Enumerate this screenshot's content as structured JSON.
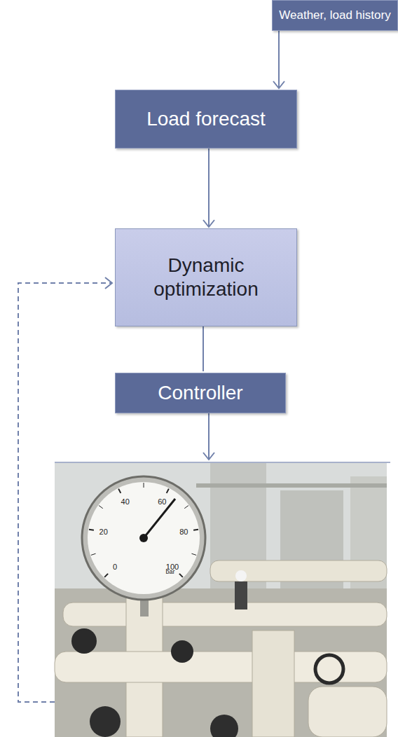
{
  "diagram": {
    "nodes": [
      {
        "text": [
          "Weather, load history"
        ]
      },
      {
        "text": [
          "Load forecast"
        ]
      },
      {
        "text": [
          "Dynamic optimization"
        ]
      },
      {
        "text": [
          "Controller"
        ]
      }
    ],
    "edges": [
      {
        "from": 0,
        "to": 1,
        "arrow": "to"
      },
      {
        "from": 1,
        "to": 2,
        "arrow": "to"
      },
      {
        "from": 2,
        "to": 3,
        "arrow": "none"
      }
    ],
    "labels": [
      "0",
      "20",
      "40",
      "60",
      "80",
      "100",
      "bar"
    ]
  }
}
